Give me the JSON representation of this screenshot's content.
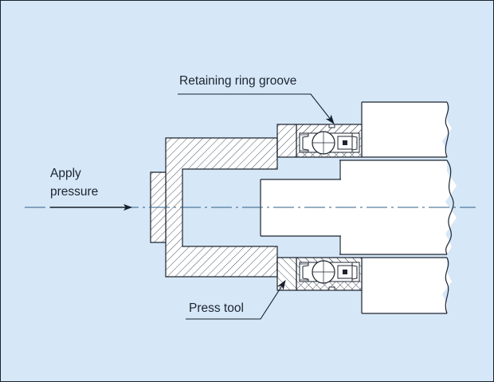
{
  "figure": {
    "type": "engineering-cross-section",
    "subject": "Bearing mounting with press tool",
    "background_color": "#d6e7f7",
    "border_color": "#1a2430",
    "line_color": "#1c2430",
    "metal_fill": "#ffffff",
    "hatch_color": "#2b3644"
  },
  "labels": {
    "apply_pressure_line1": "Apply",
    "apply_pressure_line2": "pressure",
    "retaining_ring_groove": "Retaining ring groove",
    "press_tool": "Press tool"
  },
  "annotations": {
    "pressure_arrow_direction": "right",
    "groove_leader_arrow_direction": "down-left",
    "press_tool_leader_arrow_direction": "up-right"
  },
  "components": {
    "press_tool": "press-tool",
    "bearing": "ball-bearing",
    "shaft": "stepped-shaft",
    "housing": "housing",
    "centerline": "axis-centerline"
  }
}
